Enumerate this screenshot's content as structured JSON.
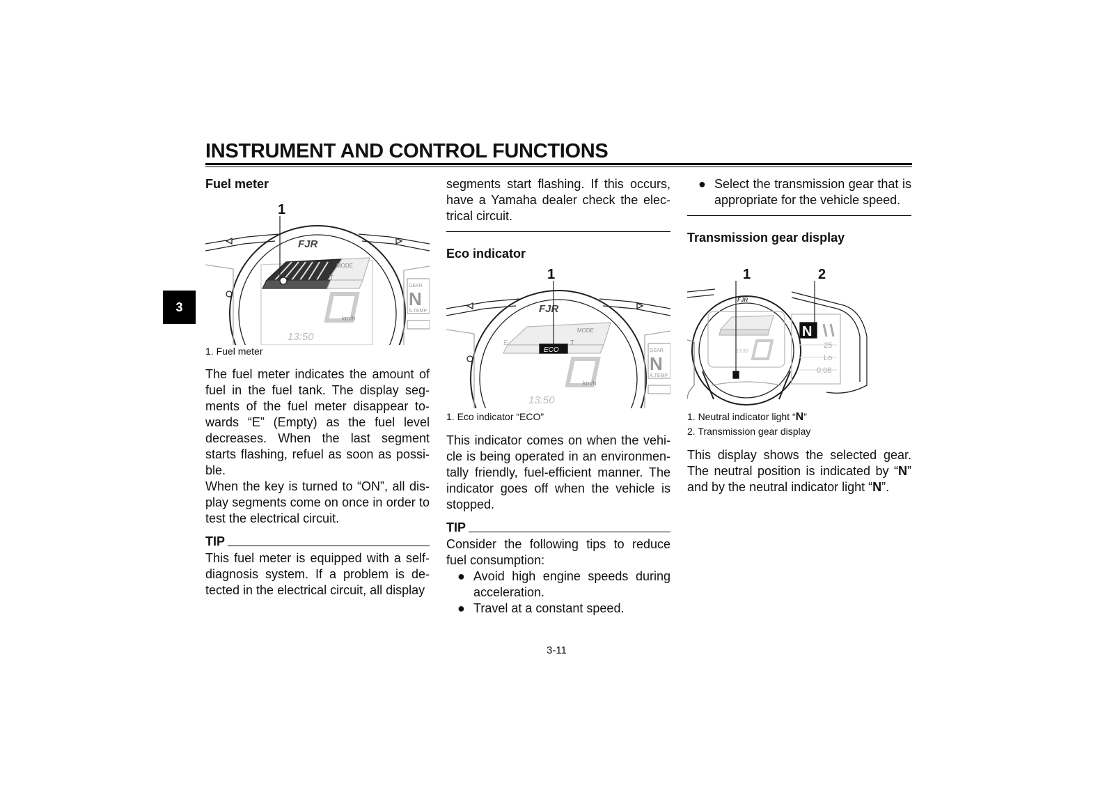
{
  "header": {
    "title": "INSTRUMENT AND CONTROL FUNCTIONS",
    "chapter_tab": "3"
  },
  "fuel_meter": {
    "heading": "Fuel meter",
    "callout": "1",
    "caption": "1. Fuel meter",
    "body_1": "The fuel meter indicates the amount of fuel in the fuel tank. The display seg­ments of the fuel meter disappear to­wards “E” (Empty) as the fuel level decreases. When the last segment starts flashing, refuel as soon as possi­ble.",
    "body_2": "When the key is turned to “ON”, all dis­play segments come on once in order to test the electrical circuit.",
    "tip_label": "TIP",
    "tip_text_1": "This fuel meter is equipped with a self-diagnosis system. If a problem is de­tected in the electrical circuit, all display",
    "tip_text_2": "segments start flashing. If this occurs, have a Yamaha dealer check the elec­trical circuit."
  },
  "eco_indicator": {
    "heading": "Eco indicator",
    "callout": "1",
    "caption": "1. Eco indicator “ECO”",
    "body": "This indicator comes on when the vehi­cle is being operated in an environmen­tally friendly, fuel-efficient manner. The indicator goes off when the vehicle is stopped.",
    "tip_label": "TIP",
    "tip_intro": "Consider the following tips to reduce fuel consumption:",
    "tips": [
      "Avoid high engine speeds during acceleration.",
      "Travel at a constant speed.",
      "Select the transmission gear that is appropriate for the vehicle speed."
    ]
  },
  "gear_display": {
    "heading": "Transmission gear display",
    "callout_1": "1",
    "callout_2": "2",
    "caption_1a": "1. Neutral indicator light “",
    "caption_1b": "”",
    "caption_2": "2. Transmission gear display",
    "body_a": "This display shows the selected gear. The neutral position is indicated by “",
    "body_b": "” and by the neutral indicator light “",
    "body_c": "”.",
    "neutral_symbol": "N"
  },
  "illustration_labels": {
    "logo": "FJR",
    "mode": "MODE",
    "trip": "T",
    "empty": "E",
    "speed": "0",
    "unit": "km/h",
    "clock": "13:50",
    "eco": "ECO",
    "gear": "N",
    "gear_label": "GEAR",
    "temp_label": "A.TEMP",
    "info_1": "25",
    "info_2": "Lo",
    "info_3": "0:06"
  },
  "footer": {
    "page_number": "3-11"
  }
}
